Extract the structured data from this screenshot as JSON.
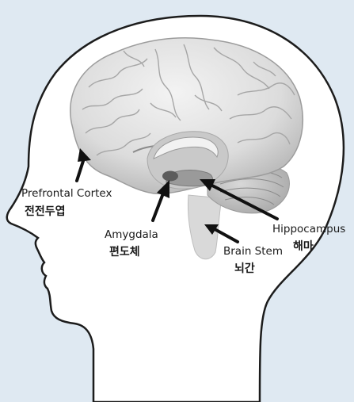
{
  "colors": {
    "background": "#dfe9f2",
    "head_fill": "#ffffff",
    "outline": "#1c1c1c",
    "brain_light": "#e9e9e9",
    "brain_mid": "#cfcfcf",
    "brain_dark": "#8d8d8d",
    "arrow": "#111111"
  },
  "labels": {
    "prefrontal": {
      "en": "Prefrontal Cortex",
      "ko": "전전두엽"
    },
    "amygdala": {
      "en": "Amygdala",
      "ko": "편도체"
    },
    "hippocampus": {
      "en": "Hippocampus",
      "ko": "해마"
    },
    "brainstem": {
      "en": "Brain Stem",
      "ko": "뇌간"
    }
  },
  "icons": [
    "head-silhouette-icon",
    "brain-icon",
    "arrow-icon"
  ]
}
